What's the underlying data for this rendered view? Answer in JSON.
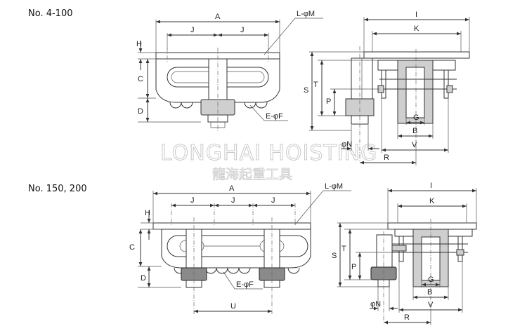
{
  "models": [
    {
      "label": "No. 4-100",
      "front": {
        "A": "A",
        "J1": "J",
        "J2": "J",
        "LM": "L-φM",
        "H": "H",
        "C": "C",
        "D": "D",
        "EF": "E-φF"
      },
      "side": {
        "I": "I",
        "K": "K",
        "S": "S",
        "T": "T",
        "P": "P",
        "G": "G",
        "B": "B",
        "N": "φN",
        "V": "V",
        "R": "R"
      }
    },
    {
      "label": "No. 150, 200",
      "front": {
        "A": "A",
        "J1": "J",
        "J2": "J",
        "J3": "J",
        "LM": "L-φM",
        "H": "H",
        "C": "C",
        "D": "D",
        "EF": "E-φF",
        "U": "U"
      },
      "side": {
        "I": "I",
        "K": "K",
        "S": "S",
        "T": "T",
        "P": "P",
        "G": "G",
        "B": "B",
        "N": "φN",
        "V": "V",
        "R": "R"
      }
    }
  ],
  "watermark": {
    "en": "LONGHAI HOISTING",
    "cn": "龍海起重工具"
  }
}
